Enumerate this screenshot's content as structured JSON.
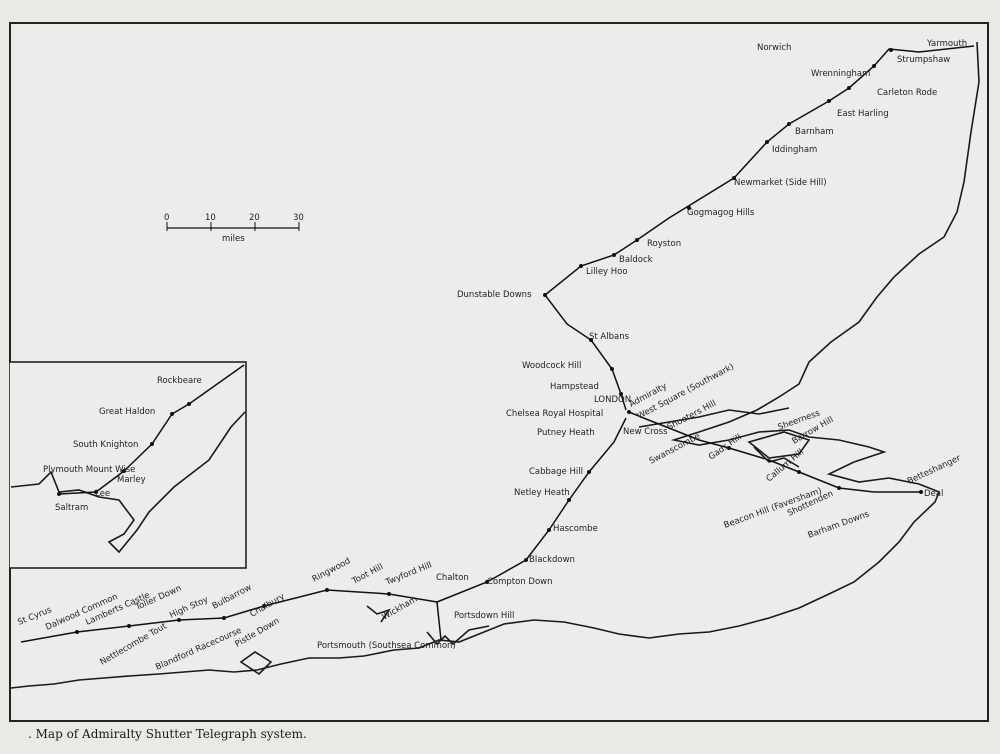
{
  "caption": ". Map of Admiralty Shutter Telegraph system.",
  "scale": {
    "ticks": [
      "0",
      "10",
      "20",
      "30"
    ],
    "unit": "miles"
  },
  "stations_north": [
    "Yarmouth",
    "Strumpshaw",
    "Norwich",
    "Wrenningham",
    "Carleton Rode",
    "East Harling",
    "Barnham",
    "Iddingham",
    "Newmarket (Side Hill)",
    "Gogmagog Hills",
    "Royston",
    "Baldock",
    "Lilley Hoo",
    "Dunstable Downs",
    "St Albans",
    "Woodcock Hill",
    "Hampstead",
    "LONDON",
    "Admiralty",
    "West Square (Southwark)",
    "Chelsea Royal Hospital",
    "Putney Heath"
  ],
  "stations_east": [
    "New Cross",
    "Shooters Hill",
    "Swanscombe",
    "Gads Hill",
    "Callum Hill",
    "Sheerness",
    "Barrow Hill",
    "Beacon Hill (Faversham)",
    "Shottenden",
    "Barham Downs",
    "Betteshanger",
    "Deal"
  ],
  "stations_south": [
    "Cabbage Hill",
    "Netley Heath",
    "Hascombe",
    "Blackdown",
    "Chalton",
    "Compton Down",
    "Wickham",
    "Portsdown Hill",
    "Portsmouth (Southsea Common)"
  ],
  "stations_west": [
    "St Cyrus",
    "Dalwood Common",
    "Lamberts Castle",
    "Toller Down",
    "High Stoy",
    "Nettlecombe Tout",
    "Bulbarrow",
    "Blandford Racecourse",
    "Chalbury",
    "Pistle Down",
    "Ringwood",
    "Toot Hill",
    "Twyford Hill"
  ],
  "inset_stations": [
    "Rockbeare",
    "Great Haldon",
    "South Knighton",
    "Plymouth Mount Wise",
    "Marley",
    "Lee",
    "Saltram"
  ]
}
